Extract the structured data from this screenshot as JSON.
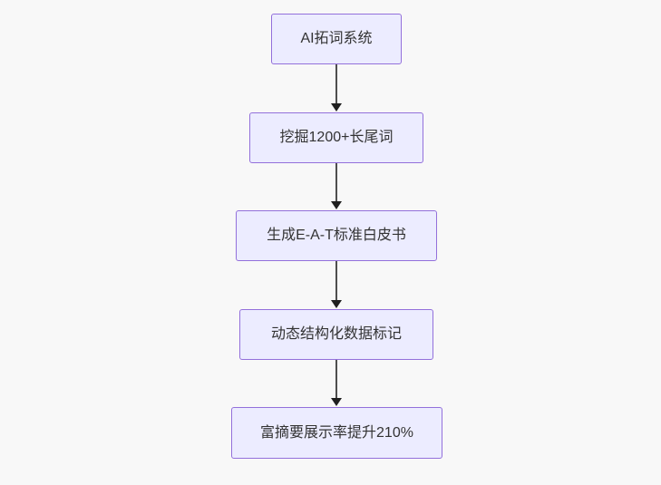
{
  "diagram": {
    "type": "flowchart",
    "direction": "top-down",
    "nodes": [
      {
        "id": "n0",
        "label": "AI拓词系统"
      },
      {
        "id": "n1",
        "label": "挖掘1200+长尾词"
      },
      {
        "id": "n2",
        "label": "生成E-A-T标准白皮书"
      },
      {
        "id": "n3",
        "label": "动态结构化数据标记"
      },
      {
        "id": "n4",
        "label": "富摘要展示率提升210%"
      }
    ],
    "edges": [
      {
        "from": "n0",
        "to": "n1",
        "style": "arrow-down"
      },
      {
        "from": "n1",
        "to": "n2",
        "style": "arrow-down"
      },
      {
        "from": "n2",
        "to": "n3",
        "style": "arrow-down"
      },
      {
        "from": "n3",
        "to": "n4",
        "style": "arrow-down"
      }
    ],
    "colors": {
      "background": "#f8f8f8",
      "node_fill": "#ECECFF",
      "node_border": "#9370DB",
      "node_text": "#333333",
      "edge_line": "#4e4e4e",
      "edge_head": "#1f1f1f"
    }
  }
}
